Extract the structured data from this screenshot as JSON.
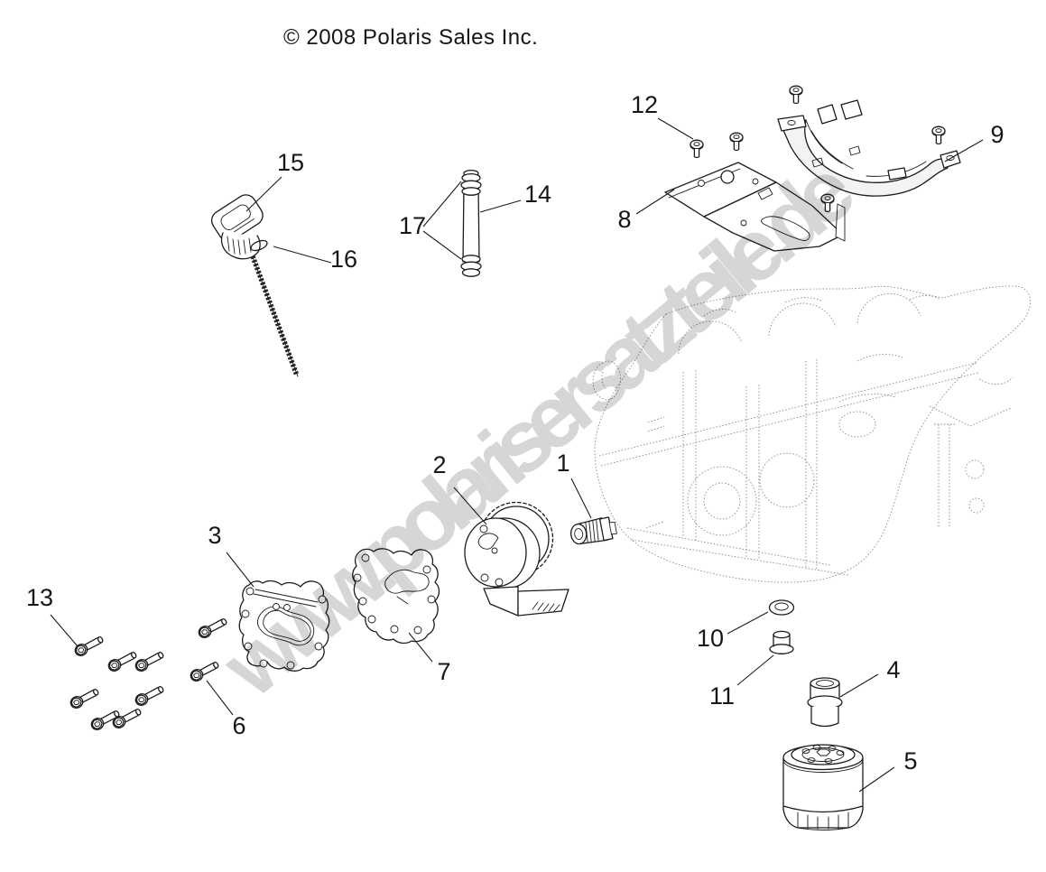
{
  "header": {
    "copyright": "© 2008 Polaris Sales Inc."
  },
  "watermark": {
    "text": "www.polarisersatzteile.de"
  },
  "colors": {
    "background": "#ffffff",
    "part_line_ink": "#1c1c1c",
    "crankcase_sketch": "#8f8f8f",
    "watermark_gray": "#cfcfcf"
  },
  "callouts": [
    {
      "label": "1"
    },
    {
      "label": "2"
    },
    {
      "label": "3"
    },
    {
      "label": "4"
    },
    {
      "label": "5"
    },
    {
      "label": "6"
    },
    {
      "label": "7"
    },
    {
      "label": "8"
    },
    {
      "label": "9"
    },
    {
      "label": "10"
    },
    {
      "label": "11"
    },
    {
      "label": "12"
    },
    {
      "label": "13"
    },
    {
      "label": "14"
    },
    {
      "label": "15"
    },
    {
      "label": "16"
    },
    {
      "label": "17"
    }
  ]
}
